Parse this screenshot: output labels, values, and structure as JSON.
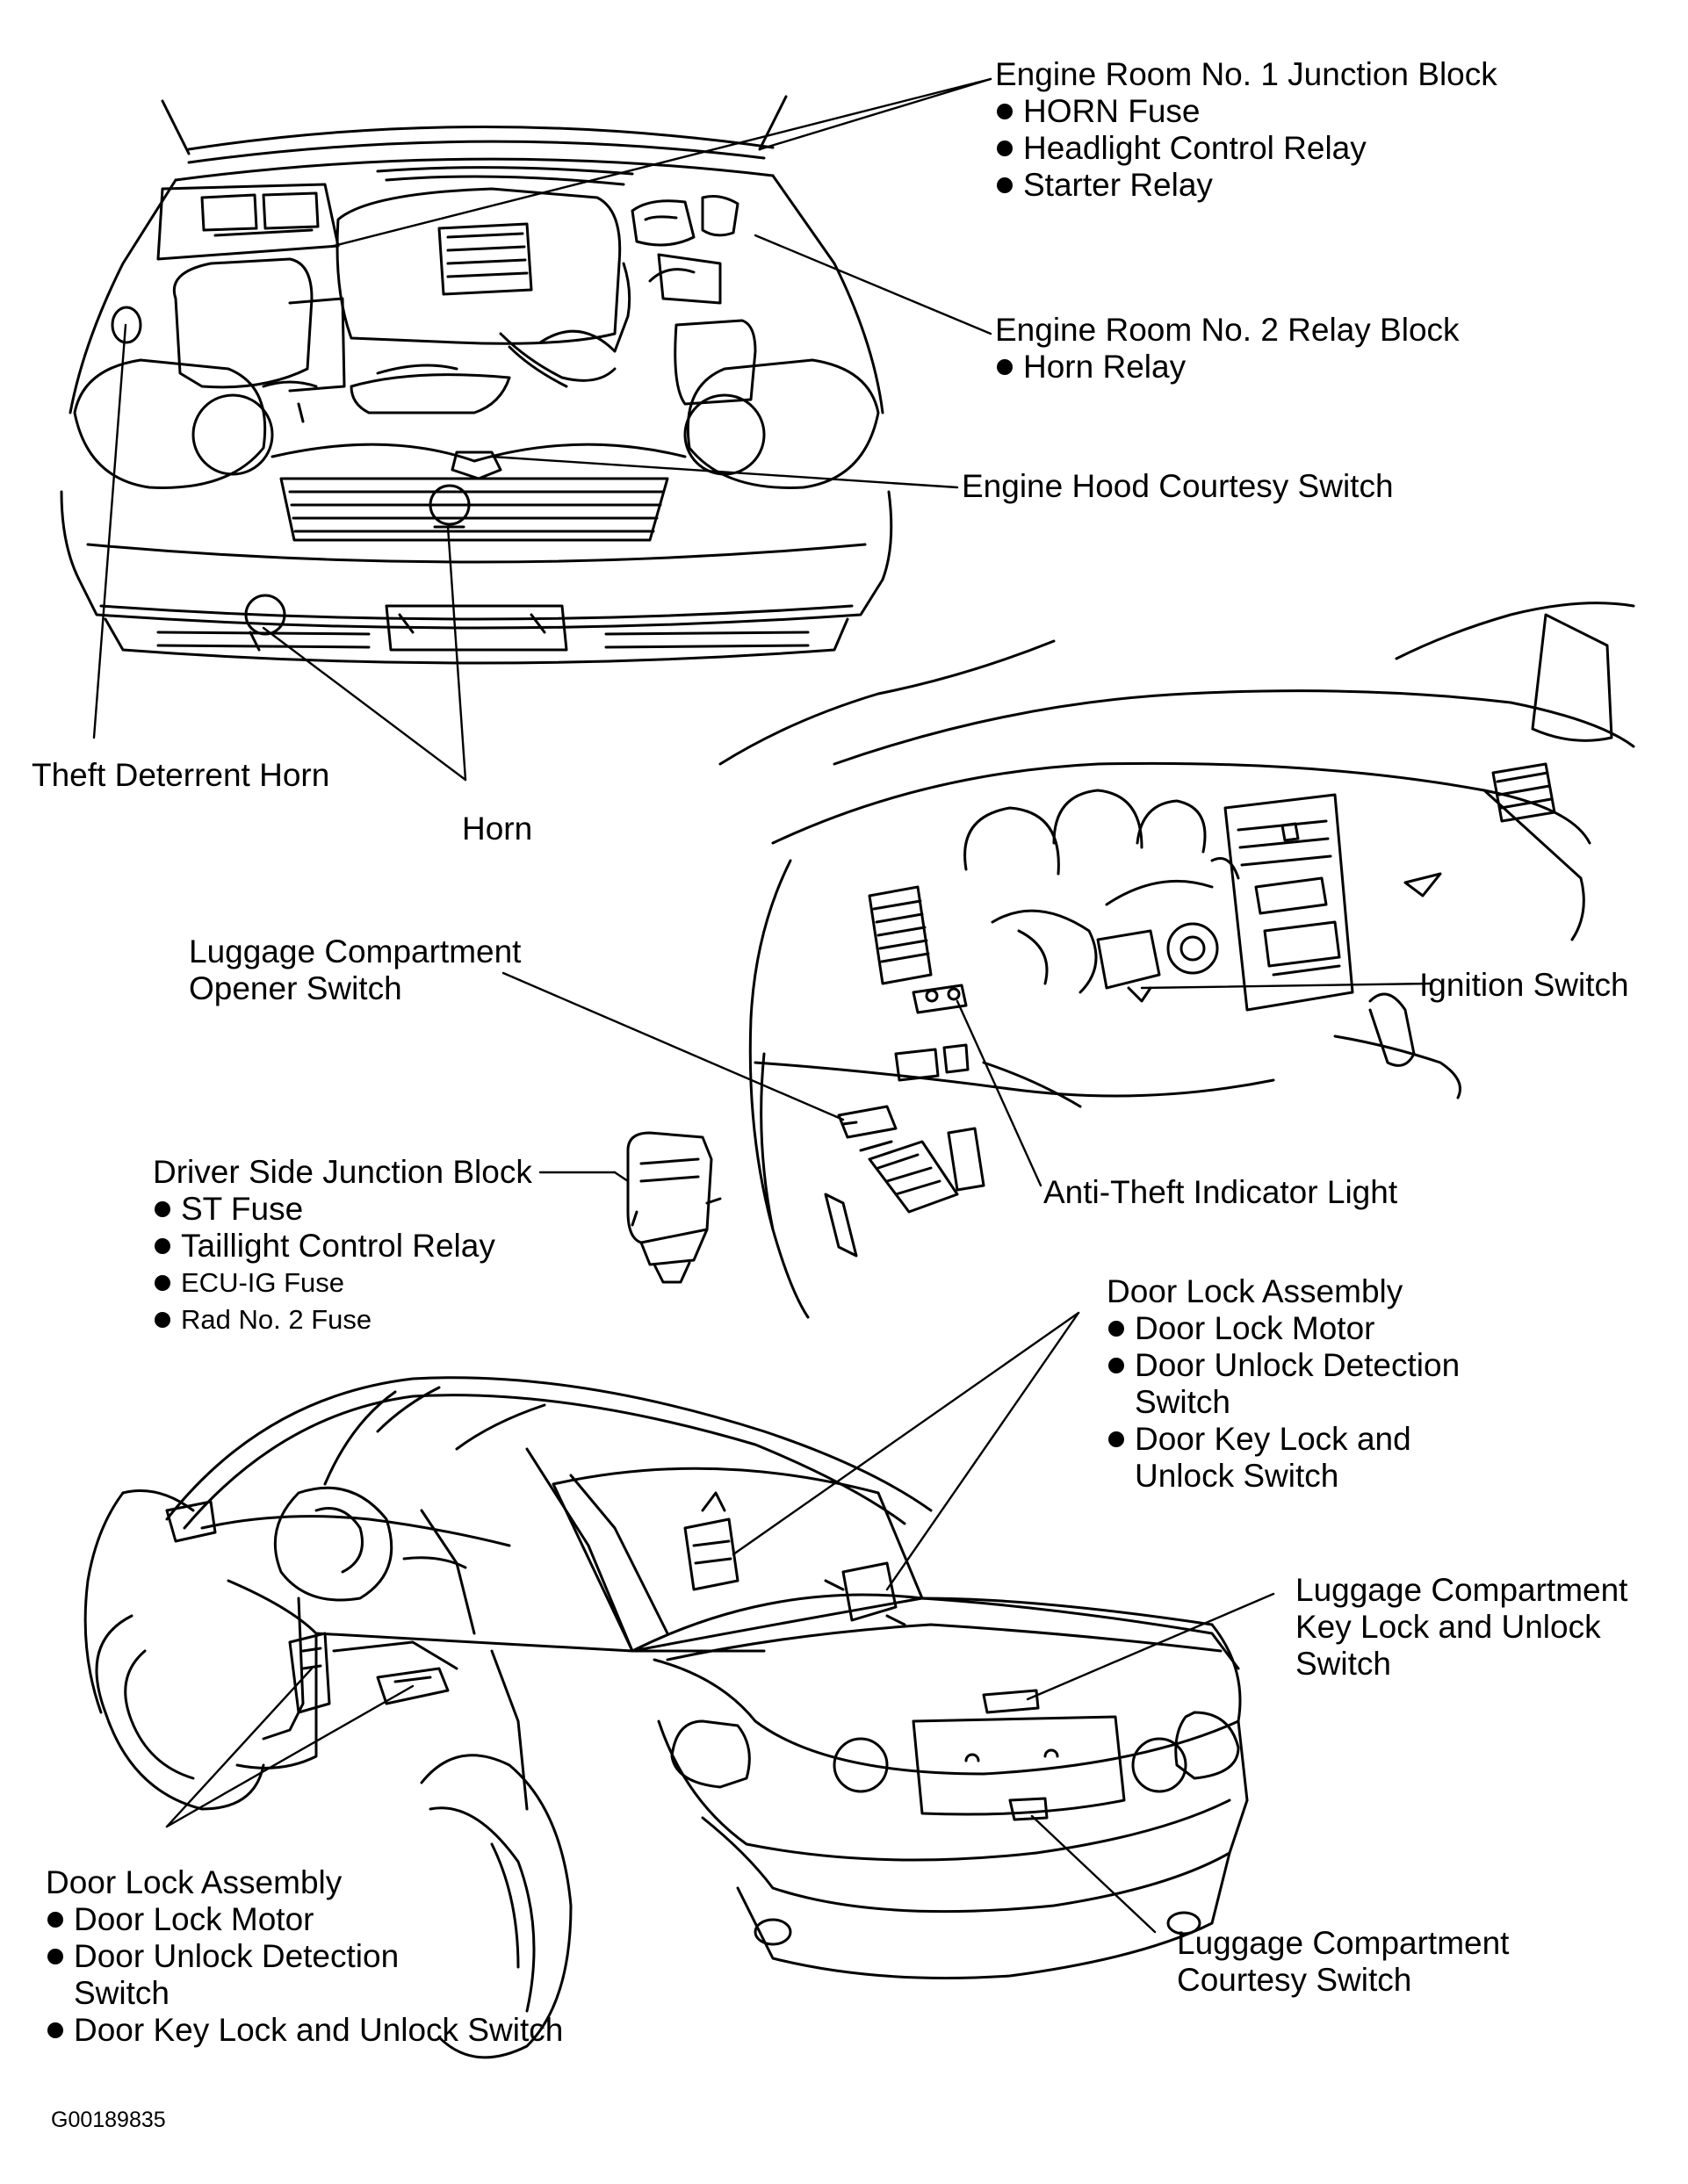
{
  "callouts": {
    "engine_room_no1": {
      "title": "Engine Room No. 1 Junction Block",
      "items": [
        "HORN Fuse",
        "Headlight Control Relay",
        "Starter Relay"
      ]
    },
    "engine_room_no2": {
      "title": "Engine Room No. 2 Relay Block",
      "items": [
        "Horn Relay"
      ]
    },
    "engine_hood_courtesy": {
      "title": "Engine Hood Courtesy Switch"
    },
    "theft_deterrent_horn": {
      "title": "Theft Deterrent Horn"
    },
    "horn": {
      "title": "Horn"
    },
    "luggage_opener": {
      "title_line1": "Luggage Compartment",
      "title_line2": "Opener Switch"
    },
    "ignition_switch": {
      "title": "Ignition Switch"
    },
    "driver_side_jb": {
      "title": "Driver Side Junction Block",
      "items": [
        "ST Fuse",
        "Taillight Control Relay",
        "ECU-IG Fuse",
        "Rad No. 2 Fuse"
      ]
    },
    "anti_theft_light": {
      "title": "Anti-Theft Indicator Light"
    },
    "door_lock_rear": {
      "title": "Door Lock Assembly",
      "items": [
        "Door Lock Motor",
        "Door Unlock Detection",
        "Switch",
        "Door Key Lock and",
        "Unlock Switch"
      ]
    },
    "luggage_key_lock": {
      "line1": "Luggage Compartment",
      "line2": "Key Lock and Unlock",
      "line3": "Switch"
    },
    "luggage_courtesy": {
      "line1": "Luggage Compartment",
      "line2": "Courtesy Switch"
    },
    "door_lock_front": {
      "title": "Door Lock Assembly",
      "items": [
        "Door Lock Motor",
        "Door Unlock Detection",
        "Switch",
        "Door Key Lock and Unlock Switch"
      ]
    }
  },
  "figure_id": "G00189835"
}
